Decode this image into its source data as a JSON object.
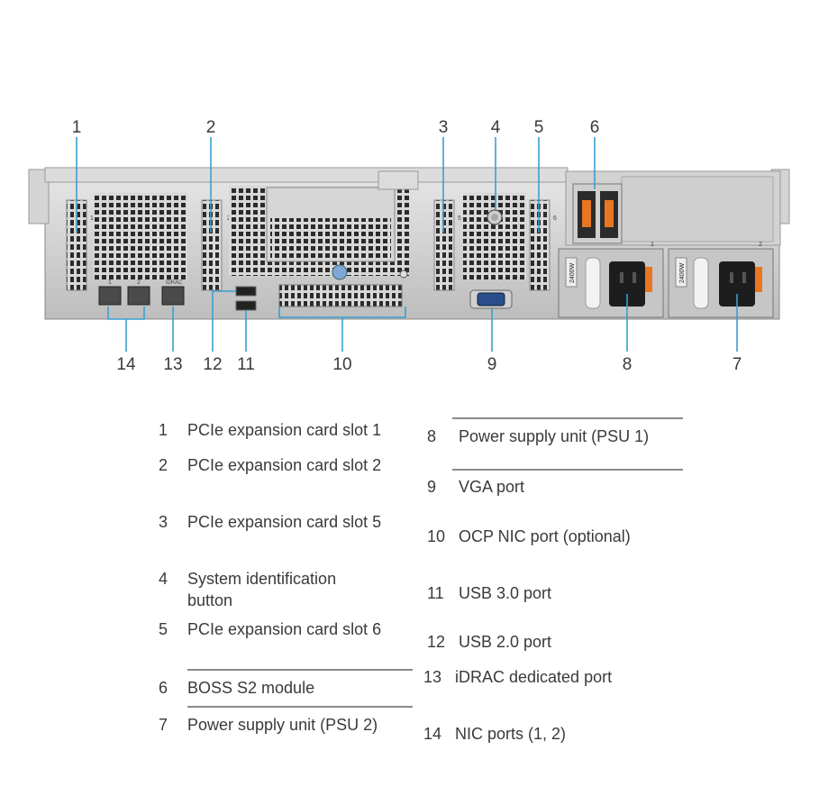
{
  "callouts": {
    "c1": "1",
    "c2": "2",
    "c3": "3",
    "c4": "4",
    "c5": "5",
    "c6": "6",
    "c7": "7",
    "c8": "8",
    "c9": "9",
    "c10": "10",
    "c11": "11",
    "c12": "12",
    "c13": "13",
    "c14": "14"
  },
  "chassis_labels": {
    "nic1": "1",
    "nic2": "2",
    "idrac": "iDRAC",
    "slot1": "1",
    "slot2": "2",
    "slot5": "5",
    "slot6": "6",
    "psu1_tag": "1",
    "psu2_tag": "2",
    "psu1_watt": "2400W",
    "psu2_watt": "2400W"
  },
  "legend_left": [
    {
      "num": "1",
      "text": "PCIe expansion card slot 1"
    },
    {
      "num": "2",
      "text": "PCIe expansion card slot 2"
    },
    {
      "num": "3",
      "text": "PCIe expansion card slot 5"
    },
    {
      "num": "4",
      "text": "System identification button"
    },
    {
      "num": "5",
      "text": "PCIe expansion card slot 6"
    },
    {
      "num": "6",
      "text": "BOSS S2 module"
    },
    {
      "num": "7",
      "text": "Power supply unit (PSU 2)"
    }
  ],
  "legend_right": [
    {
      "num": "8",
      "text": "Power supply unit (PSU 1)"
    },
    {
      "num": "9",
      "text": "VGA port"
    },
    {
      "num": "10",
      "text": "OCP NIC port (optional)"
    },
    {
      "num": "11",
      "text": "USB 3.0 port"
    },
    {
      "num": "12",
      "text": "USB 2.0 port"
    },
    {
      "num": "13",
      "text": "iDRAC dedicated port"
    },
    {
      "num": "14",
      "text": "NIC ports (1, 2)"
    }
  ],
  "colors": {
    "leader": "#3a9fcf",
    "chassis": "#c9c9c9",
    "psu_handle": "#e87722"
  }
}
